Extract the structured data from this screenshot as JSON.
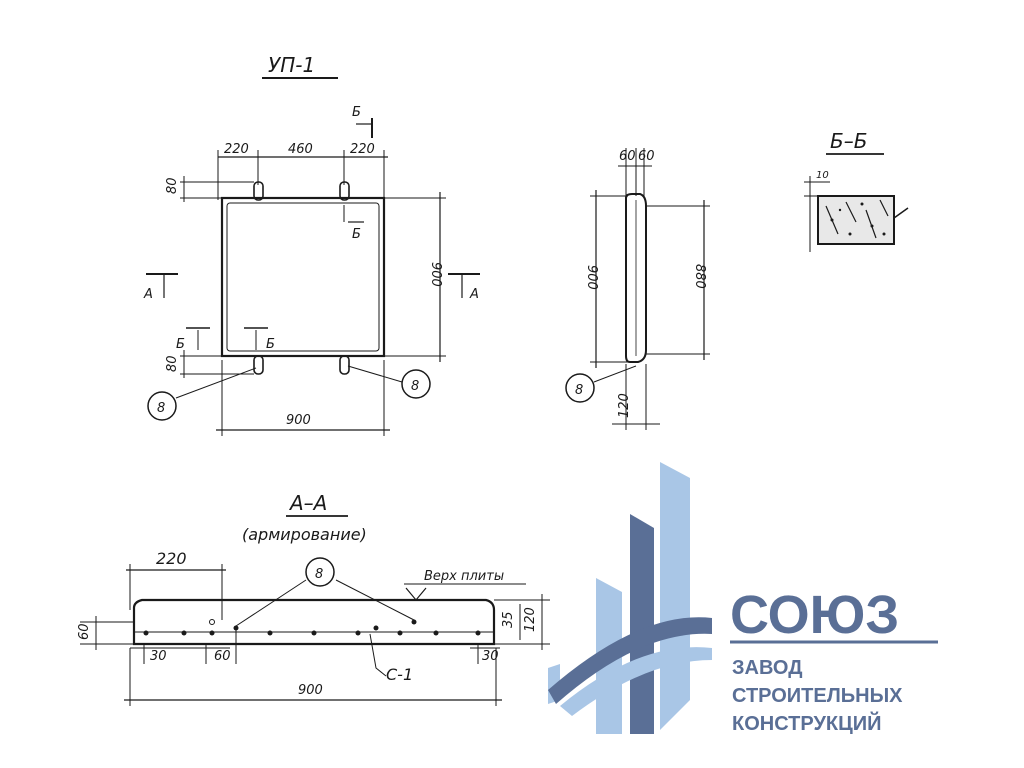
{
  "drawing": {
    "plan": {
      "title": "УП-1",
      "dim_top": [
        "220",
        "460",
        "220"
      ],
      "dim_bottom": "900",
      "dim_right": "900",
      "dim_left_top": "80",
      "dim_left_bottom": "80",
      "section_a_left": "А",
      "section_a_right": "А",
      "section_b_top": "Б",
      "section_b_inner": "Б",
      "section_b_lower_left": "Б",
      "section_b_lower_right": "Б",
      "callout_left": "8",
      "callout_right": "8"
    },
    "side": {
      "dim_top_left": "60",
      "dim_top_right": "60",
      "dim_left": "900",
      "dim_right": "880",
      "dim_bottom": "120",
      "callout": "8"
    },
    "section_bb": {
      "title": "Б–Б",
      "dim": "10"
    },
    "section_aa": {
      "title": "А–А",
      "subtitle": "(армирование)",
      "dim_top": "220",
      "callout": "8",
      "top_label": "Верх плиты",
      "dim_left": "60",
      "dim_right_inner": "35",
      "dim_right_outer": "120",
      "dim_bottom_left": "30",
      "dim_bottom_mid": "60",
      "dim_bottom_right": "30",
      "mesh_label": "С-1",
      "dim_total": "900"
    }
  },
  "logo": {
    "name": "СОЮЗ",
    "line1": "ЗАВОД",
    "line2": "СТРОИТЕЛЬНЫХ",
    "line3": "КОНСТРУКЦИЙ",
    "color_dark": "#5a6f96",
    "color_light": "#a9c6e6"
  }
}
